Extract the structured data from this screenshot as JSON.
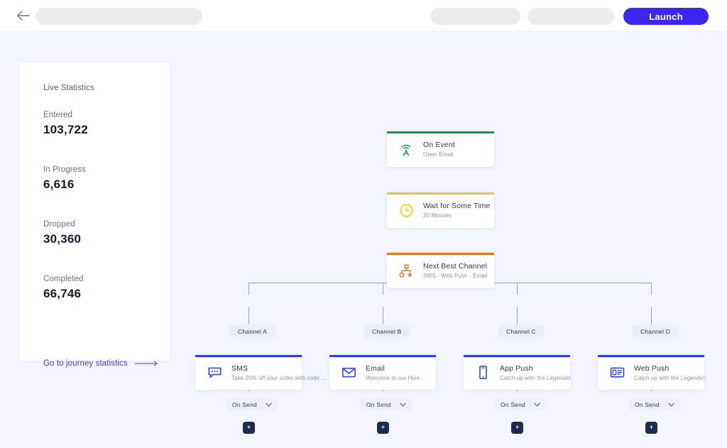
{
  "topbar": {
    "back_icon": "back-arrow-icon",
    "launch_label": "Launch",
    "accent_color": "#3d25f2"
  },
  "sidebar": {
    "title": "Live Statistics",
    "stats": [
      {
        "label": "Entered",
        "value": "103,722"
      },
      {
        "label": "In Progress",
        "value": "6,616"
      },
      {
        "label": "Dropped",
        "value": "30,360"
      },
      {
        "label": "Completed",
        "value": "66,746"
      }
    ],
    "link_label": "Go to journey statistics",
    "link_icon": "long-arrow-right-icon",
    "link_color": "#4c38f5"
  },
  "flow": {
    "trigger": {
      "title": "On Event",
      "subtitle": "Open Email",
      "accent": "#0f9648",
      "icon": "broadcast-tower-icon"
    },
    "wait": {
      "title": "Wait for Some Time",
      "subtitle": "30 Minutes",
      "accent": "#f5c518",
      "icon": "clock-icon"
    },
    "split": {
      "title": "Next Best Channel",
      "subtitle": "SMS · Web Push · Email",
      "accent": "#e8791b",
      "icon": "branch-hierarchy-icon"
    },
    "branches": [
      {
        "pill": "Channel A",
        "title": "SMS",
        "subtitle": "Take 20% off your order with code ...",
        "accent": "#2b3df0",
        "icon": "sms-bubble-icon",
        "trigger_label": "On Send",
        "add_label": "+"
      },
      {
        "pill": "Channel B",
        "title": "Email",
        "subtitle": "Welcome to our Hive.",
        "accent": "#2b3df0",
        "icon": "envelope-icon",
        "trigger_label": "On Send",
        "add_label": "+"
      },
      {
        "pill": "Channel C",
        "title": "App Push",
        "subtitle": "Catch up with the Legends!",
        "accent": "#2b3df0",
        "icon": "mobile-phone-icon",
        "trigger_label": "On Send",
        "add_label": "+"
      },
      {
        "pill": "Channel D",
        "title": "Web Push",
        "subtitle": "Catch up with the Legends!",
        "accent": "#2b3df0",
        "icon": "web-push-window-icon",
        "trigger_label": "On Send",
        "add_label": "+"
      }
    ]
  }
}
